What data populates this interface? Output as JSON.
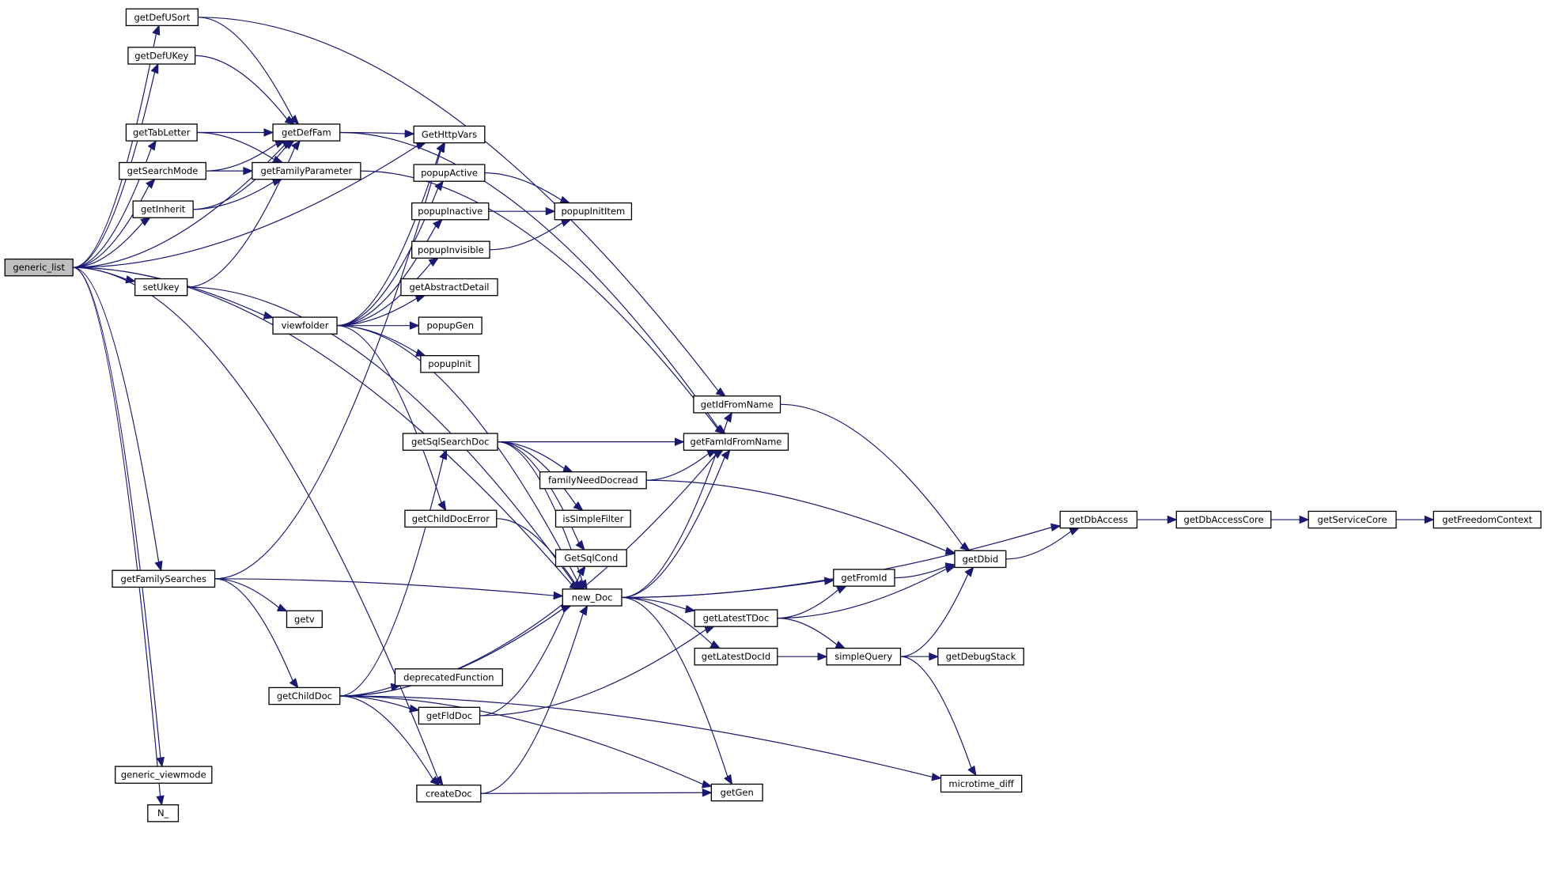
{
  "colors": {
    "edge": "#191970",
    "node_border": "#000000",
    "root_fill": "#bfbfbf",
    "node_fill": "#ffffff"
  },
  "nodes": [
    {
      "id": "generic_list",
      "label": "generic_list",
      "root": true
    },
    {
      "id": "getDefUSort",
      "label": "getDefUSort"
    },
    {
      "id": "getDefUKey",
      "label": "getDefUKey"
    },
    {
      "id": "getTabLetter",
      "label": "getTabLetter"
    },
    {
      "id": "getSearchMode",
      "label": "getSearchMode"
    },
    {
      "id": "getInherit",
      "label": "getInherit"
    },
    {
      "id": "setUkey",
      "label": "setUkey"
    },
    {
      "id": "getFamilySearches",
      "label": "getFamilySearches"
    },
    {
      "id": "generic_viewmode",
      "label": "generic_viewmode"
    },
    {
      "id": "N_",
      "label": "N_"
    },
    {
      "id": "getDefFam",
      "label": "getDefFam"
    },
    {
      "id": "getFamilyParameter",
      "label": "getFamilyParameter"
    },
    {
      "id": "viewfolder",
      "label": "viewfolder"
    },
    {
      "id": "getChildDoc",
      "label": "getChildDoc"
    },
    {
      "id": "GetHttpVars",
      "label": "GetHttpVars"
    },
    {
      "id": "popupActive",
      "label": "popupActive"
    },
    {
      "id": "popupInactive",
      "label": "popupInactive"
    },
    {
      "id": "popupInvisible",
      "label": "popupInvisible"
    },
    {
      "id": "getAbstractDetail",
      "label": "getAbstractDetail"
    },
    {
      "id": "popupGen",
      "label": "popupGen"
    },
    {
      "id": "popupInit",
      "label": "popupInit"
    },
    {
      "id": "popupInitItem",
      "label": "popupInitItem"
    },
    {
      "id": "getSqlSearchDoc",
      "label": "getSqlSearchDoc"
    },
    {
      "id": "getChildDocError",
      "label": "getChildDocError"
    },
    {
      "id": "getv",
      "label": "getv"
    },
    {
      "id": "deprecatedFunction",
      "label": "deprecatedFunction"
    },
    {
      "id": "getFldDoc",
      "label": "getFldDoc"
    },
    {
      "id": "createDoc",
      "label": "createDoc"
    },
    {
      "id": "familyNeedDocread",
      "label": "familyNeedDocread"
    },
    {
      "id": "isSimpleFilter",
      "label": "isSimpleFilter"
    },
    {
      "id": "GetSqlCond",
      "label": "GetSqlCond"
    },
    {
      "id": "new_Doc",
      "label": "new_Doc"
    },
    {
      "id": "getIdFromName",
      "label": "getIdFromName"
    },
    {
      "id": "getFamIdFromName",
      "label": "getFamIdFromName"
    },
    {
      "id": "getLatestTDoc",
      "label": "getLatestTDoc"
    },
    {
      "id": "getLatestDocId",
      "label": "getLatestDocId"
    },
    {
      "id": "getGen",
      "label": "getGen"
    },
    {
      "id": "getFromId",
      "label": "getFromId"
    },
    {
      "id": "simpleQuery",
      "label": "simpleQuery"
    },
    {
      "id": "getDbid",
      "label": "getDbid"
    },
    {
      "id": "getDebugStack",
      "label": "getDebugStack"
    },
    {
      "id": "microtime_diff",
      "label": "microtime_diff"
    },
    {
      "id": "getDbAccess",
      "label": "getDbAccess"
    },
    {
      "id": "getDbAccessCore",
      "label": "getDbAccessCore"
    },
    {
      "id": "getServiceCore",
      "label": "getServiceCore"
    },
    {
      "id": "getFreedomContext",
      "label": "getFreedomContext"
    }
  ],
  "edges": [
    [
      "generic_list",
      "getDefUSort"
    ],
    [
      "generic_list",
      "getDefUKey"
    ],
    [
      "generic_list",
      "getDefFam"
    ],
    [
      "generic_list",
      "getTabLetter"
    ],
    [
      "generic_list",
      "getSearchMode"
    ],
    [
      "generic_list",
      "getInherit"
    ],
    [
      "generic_list",
      "GetHttpVars"
    ],
    [
      "generic_list",
      "setUkey"
    ],
    [
      "generic_list",
      "viewfolder"
    ],
    [
      "generic_list",
      "getFamilySearches"
    ],
    [
      "generic_list",
      "new_Doc"
    ],
    [
      "generic_list",
      "createDoc"
    ],
    [
      "generic_list",
      "generic_viewmode"
    ],
    [
      "generic_list",
      "N_"
    ],
    [
      "getDefUSort",
      "getDefFam"
    ],
    [
      "getDefUSort",
      "getIdFromName"
    ],
    [
      "getDefUKey",
      "getDefFam"
    ],
    [
      "getTabLetter",
      "getDefFam"
    ],
    [
      "getTabLetter",
      "getFamilyParameter"
    ],
    [
      "getSearchMode",
      "getDefFam"
    ],
    [
      "getSearchMode",
      "getFamilyParameter"
    ],
    [
      "getInherit",
      "getDefFam"
    ],
    [
      "getInherit",
      "getFamilyParameter"
    ],
    [
      "setUkey",
      "getDefFam"
    ],
    [
      "setUkey",
      "new_Doc"
    ],
    [
      "getDefFam",
      "GetHttpVars"
    ],
    [
      "getDefFam",
      "getFamIdFromName"
    ],
    [
      "getFamilyParameter",
      "getFamIdFromName"
    ],
    [
      "viewfolder",
      "GetHttpVars"
    ],
    [
      "viewfolder",
      "popupActive"
    ],
    [
      "viewfolder",
      "popupInactive"
    ],
    [
      "viewfolder",
      "popupInvisible"
    ],
    [
      "viewfolder",
      "getAbstractDetail"
    ],
    [
      "viewfolder",
      "popupGen"
    ],
    [
      "viewfolder",
      "popupInit"
    ],
    [
      "viewfolder",
      "getChildDocError"
    ],
    [
      "viewfolder",
      "new_Doc"
    ],
    [
      "popupActive",
      "popupInitItem"
    ],
    [
      "popupInactive",
      "popupInitItem"
    ],
    [
      "popupInvisible",
      "popupInitItem"
    ],
    [
      "getFamilySearches",
      "GetHttpVars"
    ],
    [
      "getFamilySearches",
      "new_Doc"
    ],
    [
      "getFamilySearches",
      "getv"
    ],
    [
      "getFamilySearches",
      "getChildDoc"
    ],
    [
      "getChildDoc",
      "getFamIdFromName"
    ],
    [
      "getChildDoc",
      "getSqlSearchDoc"
    ],
    [
      "getChildDoc",
      "deprecatedFunction"
    ],
    [
      "getChildDoc",
      "getFldDoc"
    ],
    [
      "getChildDoc",
      "new_Doc"
    ],
    [
      "getChildDoc",
      "createDoc"
    ],
    [
      "getChildDoc",
      "getGen"
    ],
    [
      "getChildDoc",
      "microtime_diff"
    ],
    [
      "getSqlSearchDoc",
      "getFamIdFromName"
    ],
    [
      "getSqlSearchDoc",
      "familyNeedDocread"
    ],
    [
      "getSqlSearchDoc",
      "isSimpleFilter"
    ],
    [
      "getSqlSearchDoc",
      "GetSqlCond"
    ],
    [
      "getSqlSearchDoc",
      "new_Doc"
    ],
    [
      "getChildDocError",
      "new_Doc"
    ],
    [
      "getFldDoc",
      "GetSqlCond"
    ],
    [
      "getFldDoc",
      "getLatestTDoc"
    ],
    [
      "createDoc",
      "new_Doc"
    ],
    [
      "createDoc",
      "getGen"
    ],
    [
      "familyNeedDocread",
      "getFamIdFromName"
    ],
    [
      "familyNeedDocread",
      "getDbid"
    ],
    [
      "new_Doc",
      "getIdFromName"
    ],
    [
      "new_Doc",
      "getFamIdFromName"
    ],
    [
      "new_Doc",
      "getDbAccess"
    ],
    [
      "new_Doc",
      "getFromId"
    ],
    [
      "new_Doc",
      "getLatestTDoc"
    ],
    [
      "new_Doc",
      "getLatestDocId"
    ],
    [
      "new_Doc",
      "getGen"
    ],
    [
      "getIdFromName",
      "getDbid"
    ],
    [
      "getLatestTDoc",
      "getFromId"
    ],
    [
      "getLatestTDoc",
      "getDbid"
    ],
    [
      "getLatestTDoc",
      "simpleQuery"
    ],
    [
      "getLatestDocId",
      "simpleQuery"
    ],
    [
      "getFromId",
      "getDbid"
    ],
    [
      "simpleQuery",
      "getDbid"
    ],
    [
      "simpleQuery",
      "getDebugStack"
    ],
    [
      "simpleQuery",
      "microtime_diff"
    ],
    [
      "getDbid",
      "getDbAccess"
    ],
    [
      "getDbAccess",
      "getDbAccessCore"
    ],
    [
      "getDbAccessCore",
      "getServiceCore"
    ],
    [
      "getServiceCore",
      "getFreedomContext"
    ]
  ]
}
